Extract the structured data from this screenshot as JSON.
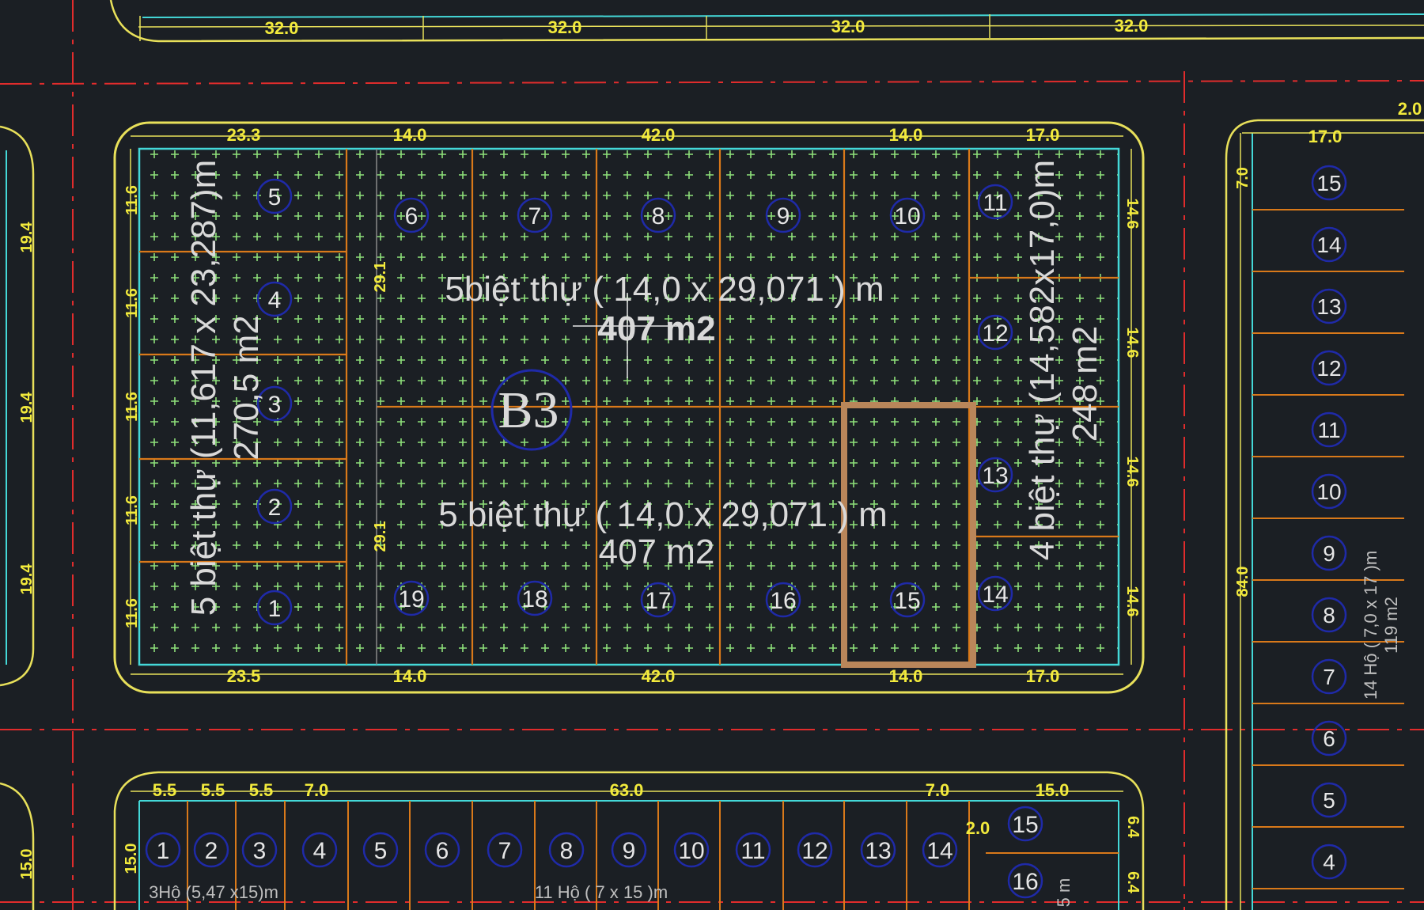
{
  "block_b3": {
    "label": "B3",
    "top_dims": [
      "23.3",
      "14.0",
      "42.0",
      "14.0",
      "17.0"
    ],
    "bottom_dims": [
      "23.5",
      "14.0",
      "42.0",
      "14.0",
      "17.0"
    ],
    "left_dims": [
      "11.6",
      "11.6",
      "11.6",
      "11.6",
      "11.6"
    ],
    "right_dims": [
      "14.6",
      "14.6",
      "14.6",
      "14.6"
    ],
    "inner_dims": [
      "29.1",
      "29.1"
    ],
    "lot_numbers": [
      "1",
      "2",
      "3",
      "4",
      "5",
      "6",
      "7",
      "8",
      "9",
      "10",
      "11",
      "12",
      "13",
      "14",
      "15",
      "16",
      "17",
      "18",
      "19"
    ],
    "text_top_center": "5biệt thự ( 14,0 x 29,071 ) m",
    "text_top_area": "407 m2",
    "text_bottom_center": "5 biệt thự ( 14,0 x 29,071 ) m",
    "text_bottom_area": "407 m2",
    "text_left_line1": "5 biệt thự (11,617 x 23,287)m",
    "text_left_line2": "270,5 m2",
    "text_right_line1": "4 biệt thự (14,582x17,0)m",
    "text_right_line2": "248 m2"
  },
  "top_block": {
    "dims": [
      "32.0",
      "32.0",
      "32.0",
      "32.0"
    ]
  },
  "left_block": {
    "dims": [
      "19.4",
      "19.4",
      "19.4"
    ],
    "bottom_dim": "15.0"
  },
  "right_block": {
    "top_dims": [
      "2.0",
      "17.0"
    ],
    "left_dims": [
      "7.0",
      "84.0"
    ],
    "lot_numbers": [
      "15",
      "14",
      "13",
      "12",
      "11",
      "10",
      "9",
      "8",
      "7",
      "6",
      "5",
      "4"
    ],
    "text_line1": "14 Hộ ( 7,0 x 17 )m",
    "text_line2": "119 m2"
  },
  "bottom_block": {
    "top_dims": [
      "5.5",
      "5.5",
      "5.5",
      "7.0",
      "63.0",
      "7.0",
      "15.0"
    ],
    "side_dims": [
      "15.0",
      "2.0",
      "6.4",
      "6.4"
    ],
    "lot_numbers": [
      "1",
      "2",
      "3",
      "4",
      "5",
      "6",
      "7",
      "8",
      "9",
      "10",
      "11",
      "12",
      "13",
      "14",
      "15",
      "16"
    ],
    "text_left": "3Hộ (5,47 x15)m",
    "text_center": "11 Hộ ( 7 x 15 )m",
    "text_right": "5 m"
  },
  "colors": {
    "background": "#1b1f24",
    "road_axis": "#e12c2c",
    "block_outline": "#e8e05a",
    "lot_border": "#44d8d8",
    "lot_divider": "#d9791a",
    "hatch": "#8ee07a",
    "circle": "#1f2aa8",
    "highlight": "#b9865a"
  }
}
